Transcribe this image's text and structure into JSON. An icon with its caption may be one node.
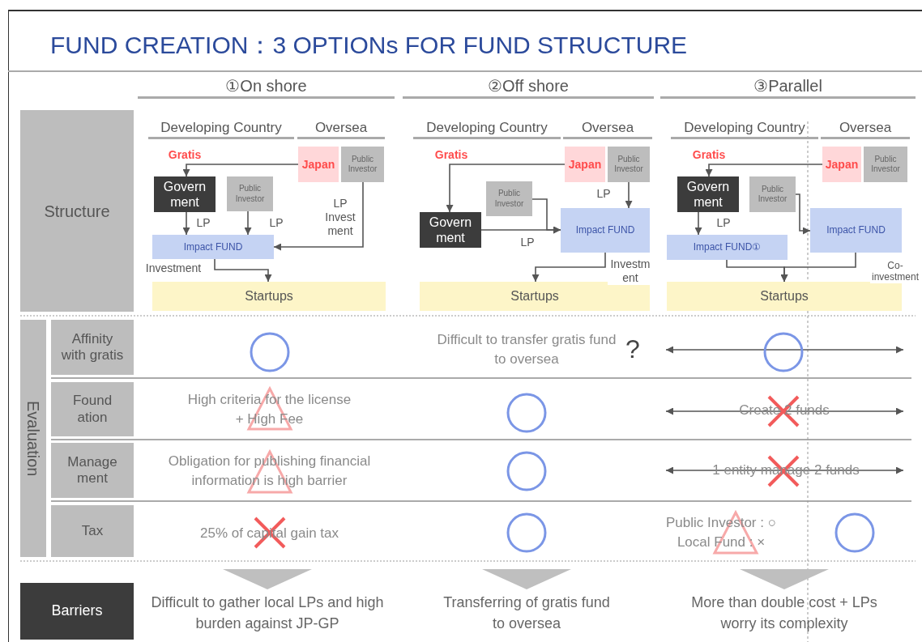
{
  "diagram": {
    "title": "FUND CREATION：3 OPTIONs FOR FUND STRUCTURE",
    "nodes": [
      {
        "text": [
          "Japan"
        ]
      },
      {
        "text": [
          "Public Investor"
        ]
      },
      {
        "text": [
          "Govern ment"
        ]
      },
      {
        "text": [
          "Public Investor"
        ]
      },
      {
        "text": [
          "Impact FUND"
        ]
      },
      {
        "text": [
          "Startups"
        ]
      },
      {
        "text": [
          "Japan"
        ]
      },
      {
        "text": [
          "Public Investor"
        ]
      },
      {
        "text": [
          "Public Investor"
        ]
      },
      {
        "text": [
          "Govern ment"
        ]
      },
      {
        "text": [
          "Impact FUND"
        ]
      },
      {
        "text": [
          "Startups"
        ]
      },
      {
        "text": [
          "Japan"
        ]
      },
      {
        "text": [
          "Public Investor"
        ]
      },
      {
        "text": [
          "Govern ment"
        ]
      },
      {
        "text": [
          "Public Investor"
        ]
      },
      {
        "text": [
          "Impact FUND①"
        ]
      },
      {
        "text": [
          "Impact FUND"
        ]
      },
      {
        "text": [
          "Startups"
        ]
      },
      {
        "text": [
          "Structure"
        ]
      },
      {
        "text": [
          "Evaluation"
        ]
      },
      {
        "text": [
          "Affinity with gratis"
        ]
      },
      {
        "text": [
          "Found ation"
        ]
      },
      {
        "text": [
          "Manage ment"
        ]
      },
      {
        "text": [
          "Tax"
        ]
      },
      {
        "text": [
          "Barriers"
        ]
      },
      {
        "text": [],
        "shape": "triangle"
      },
      {
        "text": [],
        "shape": "triangle"
      },
      {
        "text": [],
        "shape": "triangle"
      }
    ],
    "edges": [
      {
        "from": 0,
        "to": 2,
        "arrow": "to",
        "label": "Gratis"
      },
      {
        "from": 2,
        "to": 4,
        "arrow": "to",
        "label": "LP"
      },
      {
        "from": 3,
        "to": 4,
        "arrow": "to",
        "label": "LP"
      },
      {
        "from": 1,
        "to": 4,
        "arrow": "to",
        "label": "LP Invest ment"
      },
      {
        "from": 4,
        "to": 5,
        "arrow": "to",
        "label": "Investment"
      },
      {
        "from": 6,
        "to": 9,
        "arrow": "to",
        "label": "Gratis"
      },
      {
        "from": 8,
        "to": 10,
        "arrow": "to"
      },
      {
        "from": 9,
        "to": 10,
        "arrow": "to",
        "label": "LP"
      },
      {
        "from": 7,
        "to": 10,
        "arrow": "to",
        "label": "LP"
      },
      {
        "from": 10,
        "to": 11,
        "arrow": "to",
        "label": "Investm ent"
      },
      {
        "from": 12,
        "to": 14,
        "arrow": "to",
        "label": "Gratis"
      },
      {
        "from": 14,
        "to": 16,
        "arrow": "to",
        "label": "LP"
      },
      {
        "from": 15,
        "to": 17,
        "arrow": "to"
      },
      {
        "from": 16,
        "to": 18,
        "arrow": "to"
      },
      {
        "from": 17,
        "to": 18,
        "arrow": "to",
        "label": "Co- investment"
      }
    ],
    "labels": [
      "①On shore",
      "②Off shore",
      "③Parallel",
      "Developing Country",
      "Oversea",
      "Developing Country",
      "Oversea",
      "Developing Country",
      "Oversea",
      "Difficult to transfer gratis fund to oversea",
      "?",
      "High criteria for the license + High Fee",
      "Create 2 funds",
      "Obligation for publishing financial information is high barrier",
      "1 entity manage 2 funds",
      "25% of capital gain tax",
      "Public Investor : ○ Local Fund : ×",
      "Difficult to gather local LPs and high burden against JP-GP",
      "Transferring of gratis fund to oversea",
      "More than double cost + LPs worry its complexity"
    ]
  }
}
